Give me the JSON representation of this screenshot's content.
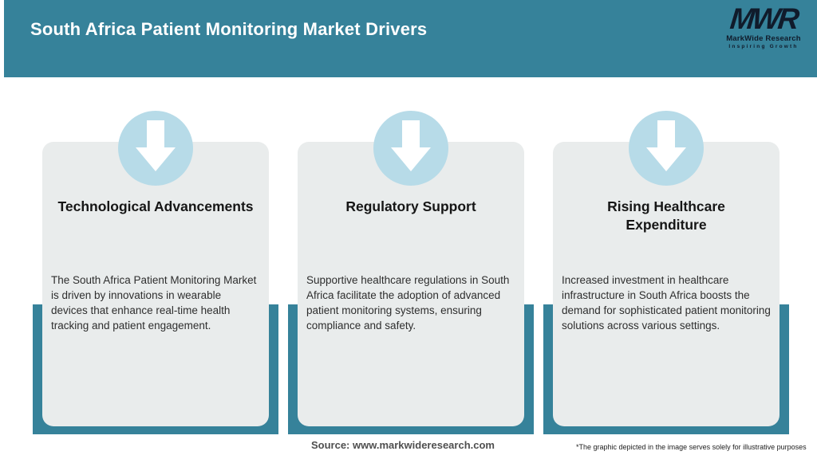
{
  "header": {
    "title": "South Africa Patient Monitoring Market Drivers",
    "logo": {
      "monogram": "MWR",
      "name": "MarkWide Research",
      "tagline": "Inspiring Growth"
    }
  },
  "cards": [
    {
      "icon": "down-arrow-icon",
      "title": "Technological Advancements",
      "description": "The South Africa Patient Monitoring Market is driven by innovations in wearable devices that enhance real-time health tracking and patient engagement."
    },
    {
      "icon": "down-arrow-icon",
      "title": "Regulatory Support",
      "description": "Supportive healthcare regulations in South Africa facilitate the adoption of advanced patient monitoring systems, ensuring compliance and safety."
    },
    {
      "icon": "down-arrow-icon",
      "title": "Rising Healthcare\nExpenditure",
      "description": "Increased investment in healthcare infrastructure in South Africa boosts the demand for sophisticated patient monitoring solutions across various settings."
    }
  ],
  "footer": {
    "source": "Source: www.markwideresearch.com",
    "disclaimer": "*The graphic depicted in the image serves solely for illustrative purposes"
  },
  "colors": {
    "teal": "#36829A",
    "circle_blue": "#B7DBE8",
    "card_gray": "#E9ECEC",
    "logo_dark": "#101B2B"
  }
}
